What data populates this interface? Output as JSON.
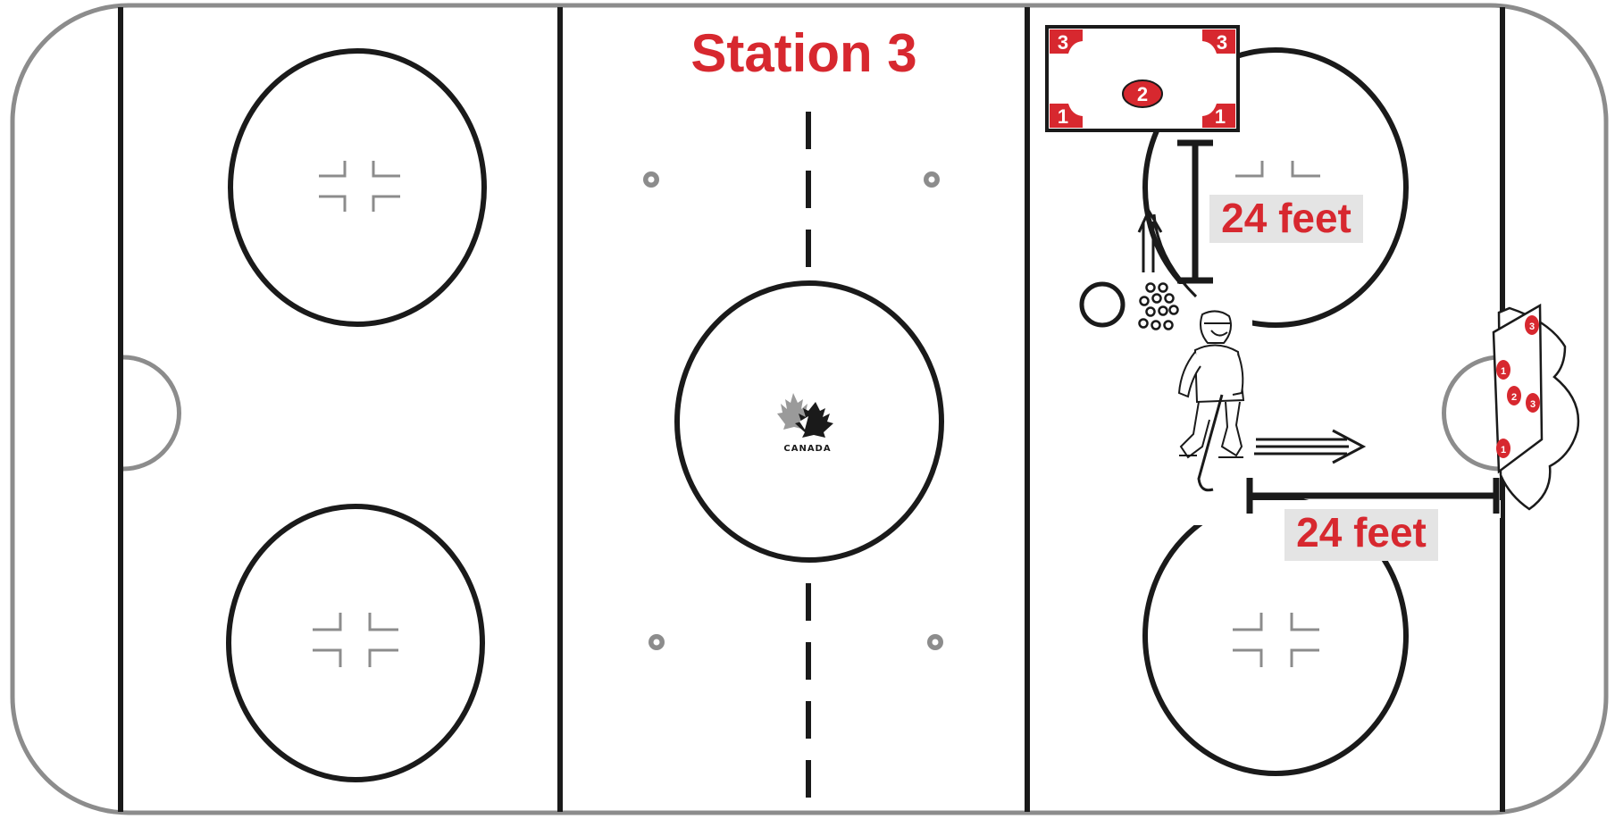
{
  "diagram": {
    "title": "Station 3",
    "distance_label_vertical": "24 feet",
    "distance_label_horizontal": "24 feet",
    "logo_text": "CANADA",
    "target_board_numbers": [
      "3",
      "3",
      "2",
      "1",
      "1"
    ],
    "net_target_numbers": [
      "3",
      "1",
      "2",
      "3",
      "1"
    ]
  },
  "colors": {
    "accent_red": "#d7282f",
    "label_bg": "#e4e4e4",
    "line_black": "#1a1a1a",
    "board_gray": "#8c8c8c",
    "marking_gray": "#777777"
  }
}
